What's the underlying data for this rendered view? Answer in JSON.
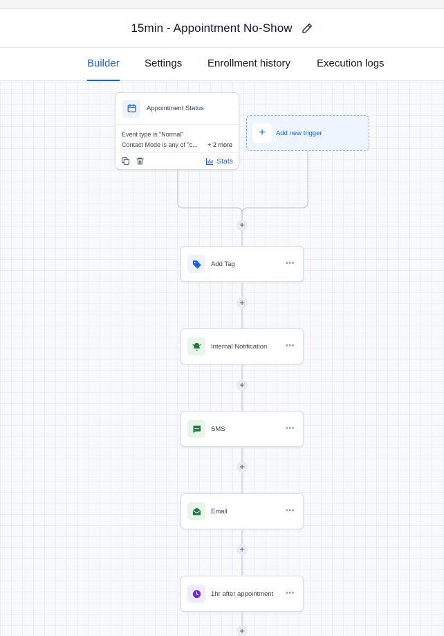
{
  "workflow": {
    "title": "15min - Appointment No-Show"
  },
  "tabs": [
    {
      "label": "Builder",
      "active": true
    },
    {
      "label": "Settings",
      "active": false
    },
    {
      "label": "Enrollment history",
      "active": false
    },
    {
      "label": "Execution logs",
      "active": false
    }
  ],
  "trigger": {
    "title": "Appointment Status",
    "icon": "calendar-icon",
    "conditions": [
      "Event type is \"Normal\"",
      "Contact Mode is any of \"c..."
    ],
    "more_label": "+ 2 more",
    "stats_label": "Stats"
  },
  "add_trigger": {
    "label": "Add new trigger"
  },
  "actions": [
    {
      "label": "Add Tag",
      "icon": "tag-icon",
      "icon_color": "#1d5fe8",
      "bg_color": "#eef2fb"
    },
    {
      "label": "Internal Notification",
      "icon": "bell-icon",
      "icon_color": "#1f7a3f",
      "bg_color": "#e8f5ec"
    },
    {
      "label": "SMS",
      "icon": "sms-icon",
      "icon_color": "#1f7a3f",
      "bg_color": "#e8f5ec"
    },
    {
      "label": "Email",
      "icon": "email-icon",
      "icon_color": "#1f7a3f",
      "bg_color": "#e8f5ec"
    },
    {
      "label": "1hr after appointment",
      "icon": "clock-icon",
      "icon_color": "#6d28d9",
      "bg_color": "#f1ecfd"
    }
  ],
  "colors": {
    "accent": "#155eef",
    "card_border": "#d8dce3",
    "connector": "#c4c9d2"
  }
}
